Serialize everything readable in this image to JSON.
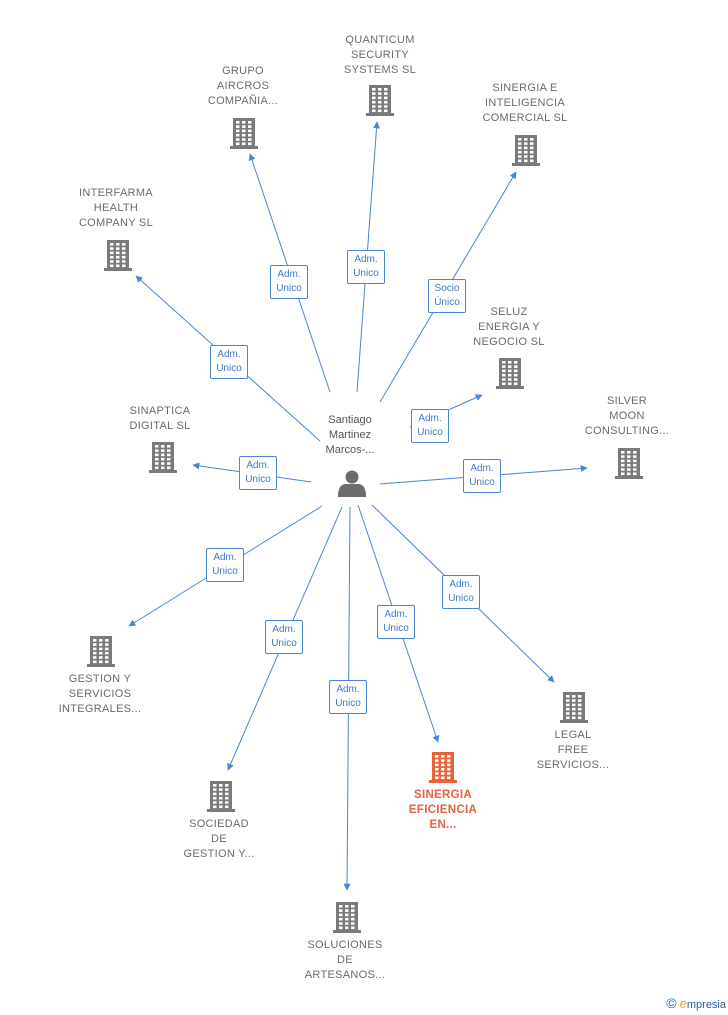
{
  "colors": {
    "edge": "#4a86d4",
    "building": "#7a7a7a",
    "building_highlight": "#e8603c",
    "person": "#6b6b6b"
  },
  "center": {
    "label": "Santiago\nMartinez\nMarcos-...",
    "icon": "person-icon"
  },
  "nodes": [
    {
      "id": "quanticum",
      "label": "QUANTICUM\nSECURITY\nSYSTEMS  SL",
      "icon": "building-icon"
    },
    {
      "id": "aircros",
      "label": "GRUPO\nAIRCROS\nCOMPAÑIA...",
      "icon": "building-icon"
    },
    {
      "id": "sinergia-ic",
      "label": "SINERGIA E\nINTELIGENCIA\nCOMERCIAL SL",
      "icon": "building-icon"
    },
    {
      "id": "interfarma",
      "label": "INTERFARMA\nHEALTH\nCOMPANY  SL",
      "icon": "building-icon"
    },
    {
      "id": "seluz",
      "label": "SELUZ\nENERGIA Y\nNEGOCIO  SL",
      "icon": "building-icon"
    },
    {
      "id": "sinaptica",
      "label": "SINAPTICA\nDIGITAL  SL",
      "icon": "building-icon"
    },
    {
      "id": "silver",
      "label": "SILVER\nMOON\nCONSULTING...",
      "icon": "building-icon"
    },
    {
      "id": "gestion",
      "label": "GESTION Y\nSERVICIOS\nINTEGRALES...",
      "icon": "building-icon"
    },
    {
      "id": "legal",
      "label": "LEGAL\nFREE\nSERVICIOS...",
      "icon": "building-icon"
    },
    {
      "id": "sociedad",
      "label": "SOCIEDAD\nDE\nGESTION Y...",
      "icon": "building-icon"
    },
    {
      "id": "sinergia-ef",
      "label": "SINERGIA\nEFICIENCIA\nEN...",
      "icon": "building-icon",
      "highlight": true
    },
    {
      "id": "soluciones",
      "label": "SOLUCIONES\nDE\nARTESANOS...",
      "icon": "building-icon"
    }
  ],
  "edges": [
    {
      "to": "quanticum",
      "label": "Adm.\nUnico"
    },
    {
      "to": "aircros",
      "label": "Adm.\nUnico"
    },
    {
      "to": "sinergia-ic",
      "label": "Socio\nÚnico"
    },
    {
      "to": "interfarma",
      "label": "Adm.\nUnico"
    },
    {
      "to": "seluz",
      "label": "Adm.\nUnico"
    },
    {
      "to": "sinaptica",
      "label": "Adm.\nUnico"
    },
    {
      "to": "silver",
      "label": "Adm.\nUnico"
    },
    {
      "to": "gestion",
      "label": "Adm.\nUnico"
    },
    {
      "to": "legal",
      "label": "Adm.\nUnico"
    },
    {
      "to": "sociedad",
      "label": "Adm.\nUnico"
    },
    {
      "to": "sinergia-ef",
      "label": "Adm.\nUnico"
    },
    {
      "to": "soluciones",
      "label": "Adm.\nUnico"
    }
  ],
  "footer": {
    "copyright_symbol": "©",
    "brand_initial": "e",
    "brand_rest": "mpresia"
  }
}
